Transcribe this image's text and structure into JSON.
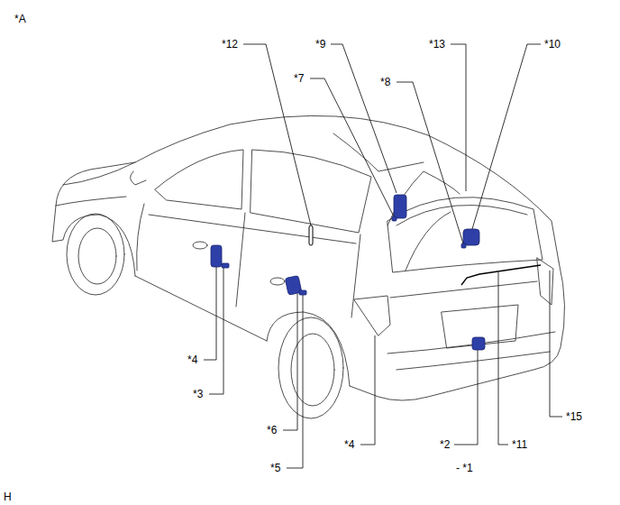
{
  "diagram": {
    "labels": [
      "*A",
      "*12",
      "*9",
      "*13",
      "*10",
      "*7",
      "*8",
      "*4",
      "*3",
      "*6",
      "*5",
      "*4",
      "*2",
      "*11",
      "*15",
      "- *1",
      "H"
    ]
  }
}
